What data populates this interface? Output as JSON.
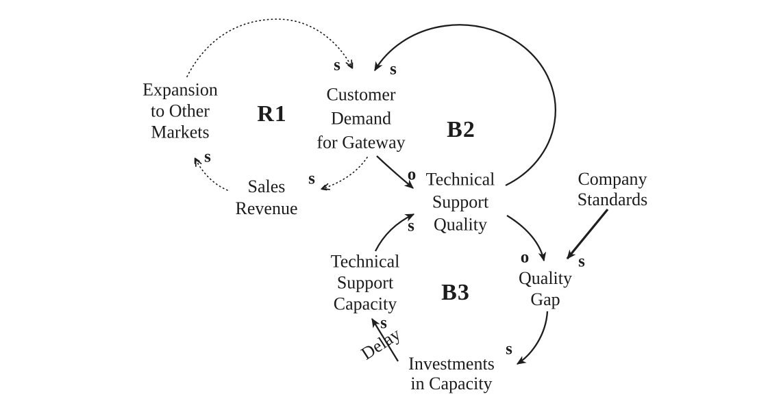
{
  "colors": {
    "background": "#ffffff",
    "ink": "#1e1e1e"
  },
  "nodes": {
    "expansion": {
      "label": "Expansion\nto Other\nMarkets"
    },
    "customer_demand": {
      "label": "Customer\nDemand\nfor Gateway"
    },
    "sales_revenue": {
      "label": "Sales\nRevenue"
    },
    "technical_support_quality": {
      "label": "Technical\nSupport\nQuality"
    },
    "company_standards": {
      "label": "Company\nStandards"
    },
    "technical_support_capacity": {
      "label": "Technical\nSupport\nCapacity"
    },
    "quality_gap": {
      "label": "Quality\nGap"
    },
    "investments_in_capacity": {
      "label": "Investments\nin Capacity"
    }
  },
  "loops": {
    "r1": {
      "label": "R1"
    },
    "b2": {
      "label": "B2"
    },
    "b3": {
      "label": "B3"
    }
  },
  "polarity": {
    "expansion_to_demand": "s",
    "quality_loop_to_demand": "s",
    "demand_to_revenue": "s",
    "revenue_to_expansion": "s",
    "demand_to_quality": "o",
    "capacity_to_quality": "s",
    "quality_to_gap": "o",
    "standards_to_gap": "s",
    "gap_to_investments": "s",
    "investments_to_capacity": "s"
  },
  "annotations": {
    "delay": "Delay"
  }
}
